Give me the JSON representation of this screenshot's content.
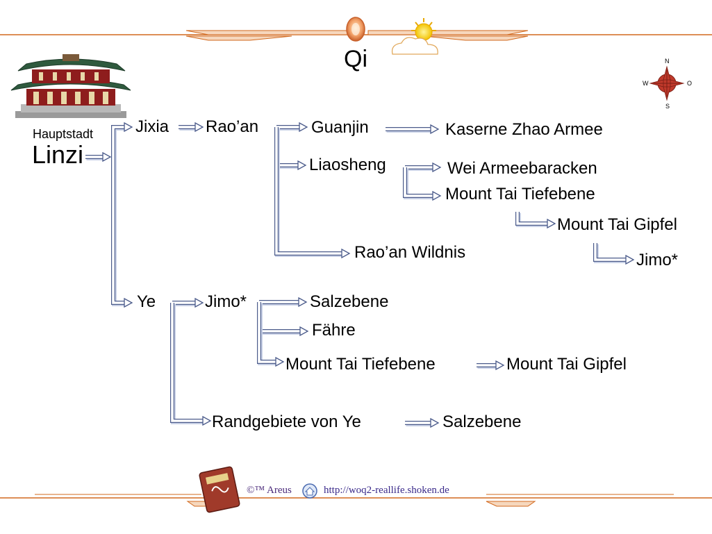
{
  "title": "Qi",
  "capital": {
    "prefix": "Hauptstadt",
    "name": "Linzi"
  },
  "compass": {
    "n": "N",
    "s": "S",
    "w": "W",
    "e": "O"
  },
  "nodes": {
    "jixia": "Jixia",
    "raoan": "Rao’an",
    "guanjin": "Guanjin",
    "kaserne": "Kaserne Zhao Armee",
    "liaosheng": "Liaosheng",
    "wei": "Wei Armeebaracken",
    "tiefebene1": "Mount Tai Tiefebene",
    "gipfel1": "Mount Tai Gipfel",
    "jimo1": "Jimo*",
    "wildnis": "Rao’an Wildnis",
    "ye": "Ye",
    "jimo2": "Jimo*",
    "salzebene1": "Salzebene",
    "faehre": "Fähre",
    "tiefebene2": "Mount Tai Tiefebene",
    "gipfel2": "Mount Tai Gipfel",
    "randgebiete": "Randgebiete von Ye",
    "salzebene2": "Salzebene"
  },
  "footer": {
    "copyright": "©™ Areus",
    "url": "http://woq2-reallife.shoken.de"
  },
  "colors": {
    "connector_fill": "#ffffff",
    "connector_stroke": "#4a5a8a",
    "connector_shadow": "#c9d1e6",
    "header_line": "#d2691e",
    "footer_url": "#3a2a8a"
  },
  "icons": [
    "pagoda-image",
    "sun-cloud-icon",
    "compass-rose-icon",
    "home-icon",
    "book-icon",
    "oval-medallion-icon"
  ]
}
